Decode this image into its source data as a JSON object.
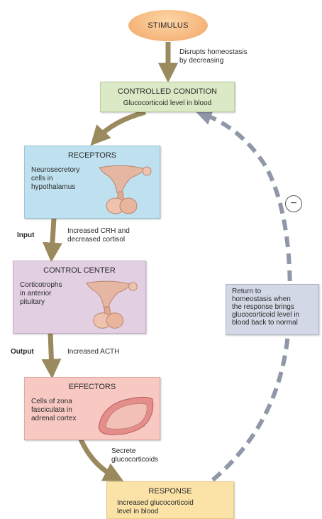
{
  "stimulus": {
    "label": "STIMULUS"
  },
  "arrows": {
    "disrupts": "Disrupts homeostasis\nby decreasing",
    "input_label": "Input",
    "input_text": "Increased CRH and\ndecreased cortisol",
    "output_label": "Output",
    "output_text": "Increased ACTH",
    "secrete": "Secrete\nglucocorticoids"
  },
  "controlled_condition": {
    "title": "CONTROLLED CONDITION",
    "text": "Glucocorticoid level in blood"
  },
  "receptors": {
    "title": "RECEPTORS",
    "text": "Neurosecretory\ncells in\nhypothalamus"
  },
  "control_center": {
    "title": "CONTROL CENTER",
    "text": "Corticotrophs\nin anterior\npituitary"
  },
  "effectors": {
    "title": "EFFECTORS",
    "text": "Cells of zona\nfasciculata in\nadrenal cortex"
  },
  "response": {
    "title": "RESPONSE",
    "text": "Increased glucocorticoid\nlevel in blood"
  },
  "feedback": {
    "sign": "−",
    "text": "Return to\nhomeostasis when\nthe response brings\nglucocorticoid level in\nblood back to normal"
  },
  "colors": {
    "arrow": "#9a8a5e",
    "dashed": "#8f97a8",
    "stimulus": "#f5b47a",
    "controlled": "#dbe9c6",
    "receptors": "#bfe1ef",
    "control_center": "#e2cfe2",
    "effectors": "#f7c9c2",
    "response": "#fbe3a7",
    "feedback_box": "#d3d8e6"
  }
}
